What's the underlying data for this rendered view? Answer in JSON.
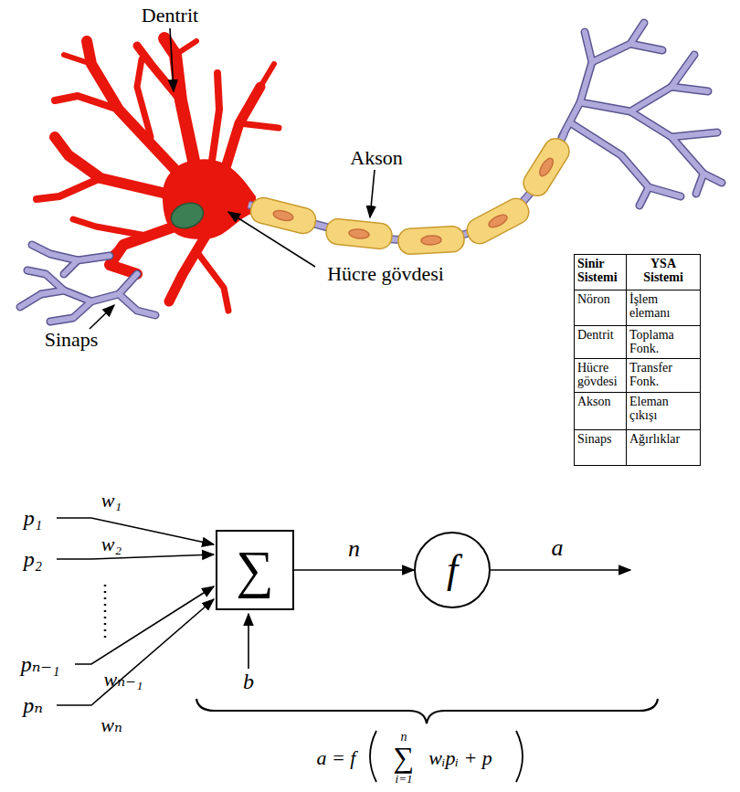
{
  "diagram": {
    "nodes": [
      {
        "text": [
          "∑"
        ]
      },
      {
        "text": [
          "f"
        ]
      }
    ],
    "edges": [
      {
        "from": 0,
        "to": 1,
        "arrow": "to",
        "label": "n"
      }
    ],
    "labels": [
      "Dentrit",
      "Akson",
      "Hücre gövdesi",
      "Sinaps",
      "Sinir Sistemi",
      "YSA Sistemi",
      "Nöron",
      "İşlem elemanı",
      "Dentrit",
      "Toplama Fonk.",
      "Hücre gövdesi",
      "Transfer Fonk.",
      "Akson",
      "Eleman çıkışı",
      "Sinaps",
      "Ağırlıklar",
      "p₁",
      "w₁",
      "p₂",
      "w₂",
      "pₙ₋₁",
      "wₙ₋₁",
      "pₙ",
      "wₙ",
      "a",
      "b",
      "a = f",
      "n",
      "∑",
      "i=1",
      "wᵢpᵢ + p"
    ]
  }
}
